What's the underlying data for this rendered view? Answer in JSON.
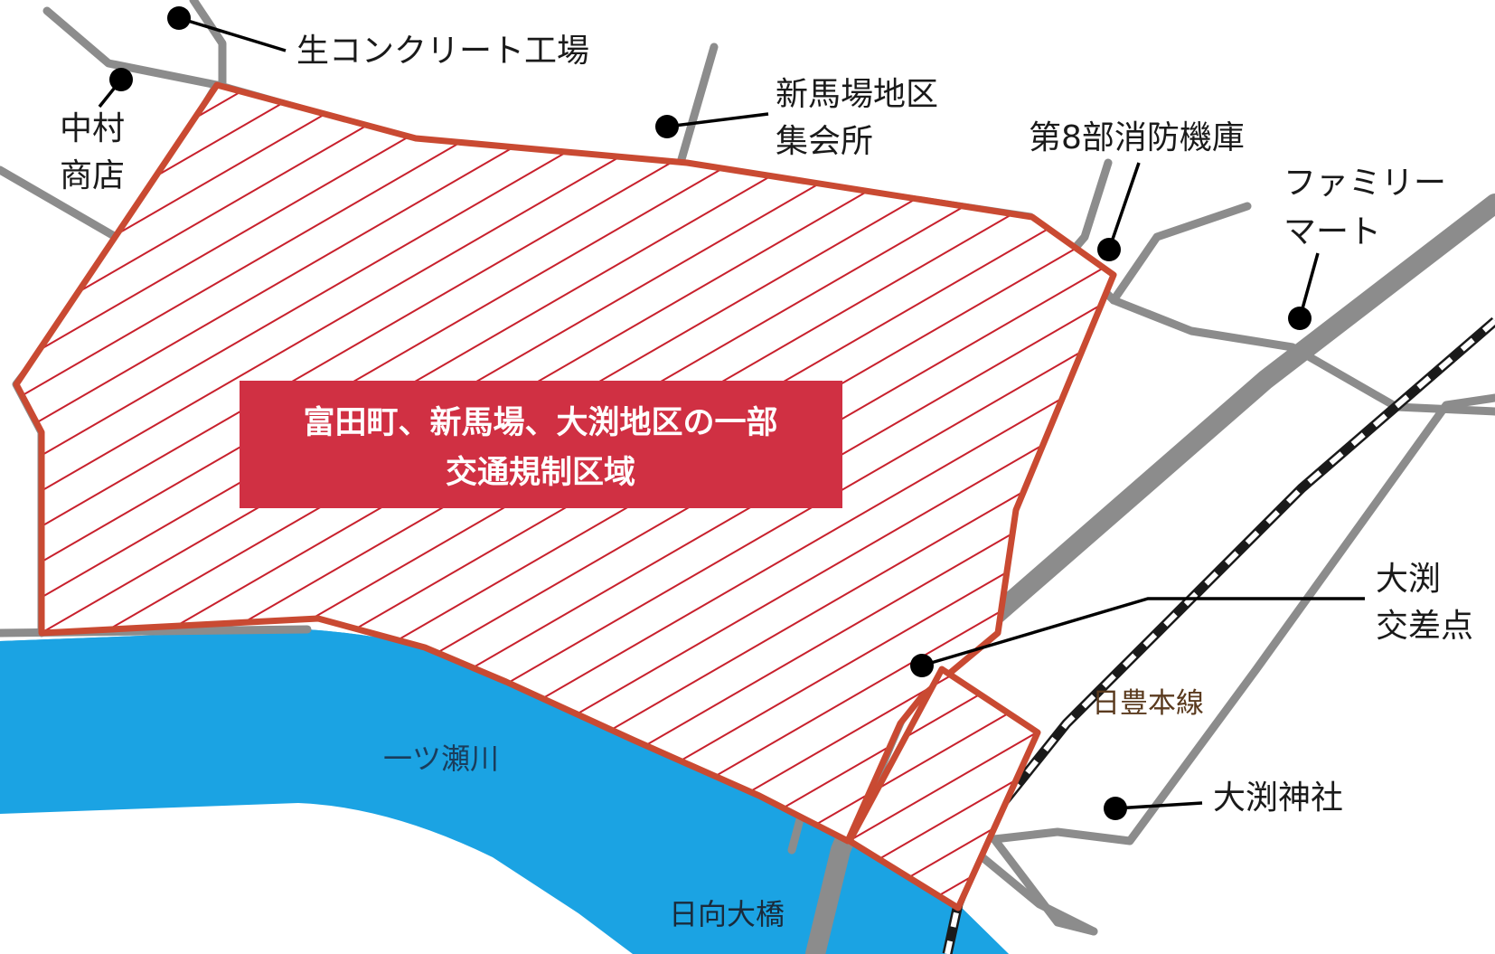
{
  "colors": {
    "water": "#1ba3e3",
    "road": "#8c8c8c",
    "zone_outline": "#c94a32",
    "zone_hatch": "#c8202c",
    "banner": "#d03043",
    "rail_dark": "#1a1a1a",
    "rail_light": "#ffffff"
  },
  "banner": {
    "line1": "富田町、新馬場、大渕地区の一部",
    "line2": "交通規制区域"
  },
  "places": {
    "nakamura": {
      "line1": "中村",
      "line2": "商店"
    },
    "concrete": "生コンクリート工場",
    "shinbaba": {
      "line1": "新馬場地区",
      "line2": "集会所"
    },
    "fire_depot": "第8部消防機庫",
    "familymart": {
      "line1": "ファミリー",
      "line2": "マート"
    },
    "obuchi_crossing": {
      "line1": "大渕",
      "line2": "交差点"
    },
    "shrine": "大渕神社"
  },
  "features": {
    "river": "一ツ瀬川",
    "railway": "日豊本線",
    "bridge": "日向大橋"
  },
  "icons": [
    "location-dot-icon"
  ]
}
